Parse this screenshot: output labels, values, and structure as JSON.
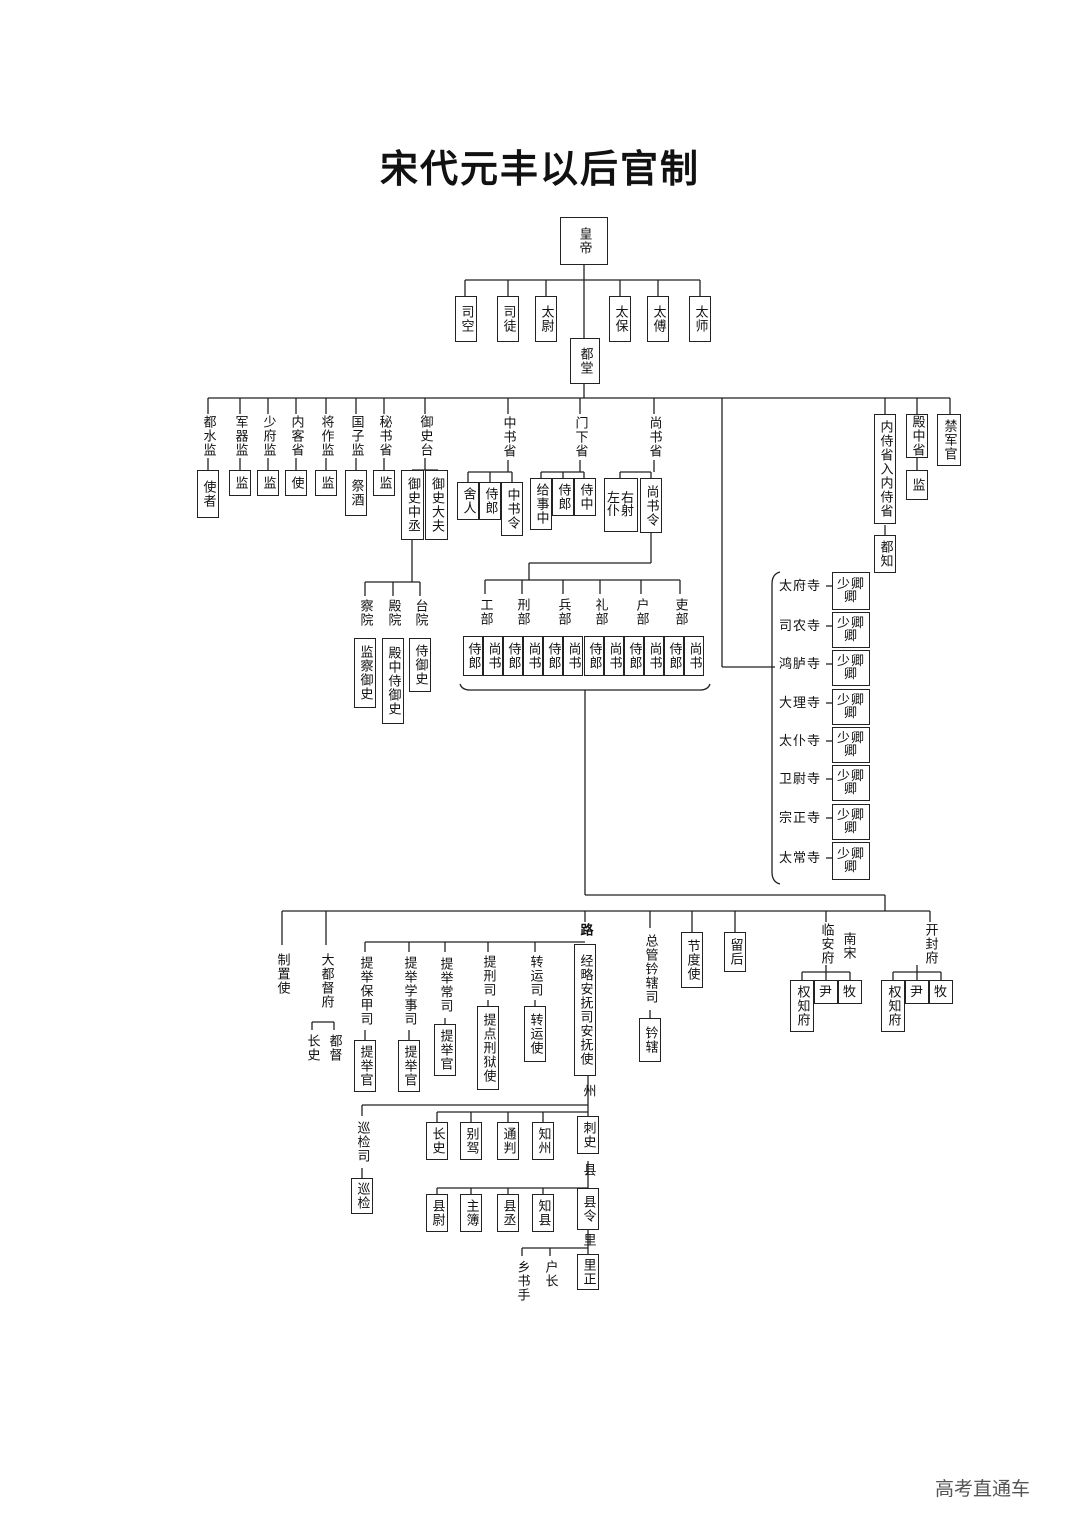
{
  "title": "宋代元丰以后官制",
  "watermark": "高考直通车",
  "nodes": {
    "emperor": "皇帝",
    "sikong": "司空",
    "situ": "司徒",
    "taiwei": "太尉",
    "taibao": "太保",
    "taifu": "太傅",
    "taishi": "太师",
    "dutang": "都堂",
    "dushuijian": "都水监",
    "dushuijian_shi": "使者",
    "junqijian": "军器监",
    "junqijian_jian": "监",
    "shaofujian": "少府监",
    "shaofujian_jian": "监",
    "neikesheng": "内客省",
    "neikesheng_shi": "使",
    "jiangzuojian": "将作监",
    "jiangzuojian_jian": "监",
    "guozijian": "国子监",
    "guozijian_jijiu": "祭酒",
    "mishusheng": "秘书省",
    "mishusheng_jian": "监",
    "yushitai": "御史台",
    "yushi_zhongcheng": "御史中丞",
    "yushi_dafu": "御史大夫",
    "chayuan": "察院",
    "dianyuan": "殿院",
    "taiyuan": "台院",
    "jiancha_yushi": "监察御史",
    "dianzhong_shiyushi": "殿中侍御史",
    "shiyushi": "侍御史",
    "zhongshusheng": "中书省",
    "sheren": "舍人",
    "zs_shilang": "侍郎",
    "zhongshuling": "中书令",
    "menxiasheng": "门下省",
    "jishizhong": "给事中",
    "mx_shilang": "侍郎",
    "shizhong": "侍中",
    "shangshusheng": "尚书省",
    "zuoyou_puye": "左右仆射",
    "shangshuling": "尚书令",
    "gongbu": "工部",
    "xingbu": "刑部",
    "bingbu": "兵部",
    "libu_rites": "礼部",
    "hubu": "户部",
    "libu_personnel": "吏部",
    "dept_shilang": "侍郎",
    "dept_shangshu": "尚书",
    "neishisheng": "内侍省入内侍省",
    "douzhi": "都知",
    "dianzhongsheng": "殿中省",
    "dianzhongsheng_jian": "监",
    "jinjunguan": "禁军官",
    "taifusi": "太府寺",
    "sinongsi": "司农寺",
    "honglusi": "鸿胪寺",
    "dalisi": "大理寺",
    "taipusi": "太仆寺",
    "weiweisi": "卫尉寺",
    "zongzhengsi": "宗正寺",
    "taichangsi": "太常寺",
    "shaoqing_qing": "少卿\n卿",
    "zhizhishi": "制置使",
    "dadudufu": "大都督府",
    "zhangshi": "长史",
    "dudu": "都督",
    "tiju_baojiasi": "提举保甲司",
    "tiju_xueshisi": "提举学事司",
    "tiju_changpingsi": "提举常司",
    "tixingsi": "提刑司",
    "zhuanyunsi": "转运司",
    "lu": "路",
    "jinglue_anfusi": "经略安抚司安抚使",
    "tijuguan": "提举官",
    "tidian_xingyushi": "提点刑狱使",
    "zhuanyunshi": "转运使",
    "zongguan_qianxiasi": "总管钤辖司",
    "qianxia": "钤辖",
    "jiedushi": "节度使",
    "liuhou": "留后",
    "linanfu": "临安府",
    "nansong": "南宋",
    "kaifengfu": "开封府",
    "quan_zhifu": "权知府",
    "yin": "尹",
    "mu": "牧",
    "zhou": "州",
    "xunjiansi": "巡检司",
    "xunjian": "巡检",
    "zhangshi_zhou": "长史",
    "biejia": "别驾",
    "tongpan": "通判",
    "zhizhou": "知州",
    "cishi": "刺史",
    "xian": "县",
    "xianwei": "县尉",
    "zhubu": "主簿",
    "xiancheng": "县丞",
    "zhixian": "知县",
    "xianling": "县令",
    "li": "里",
    "xiangshushou": "乡书手",
    "huzhang": "户长",
    "lizheng": "里正"
  }
}
